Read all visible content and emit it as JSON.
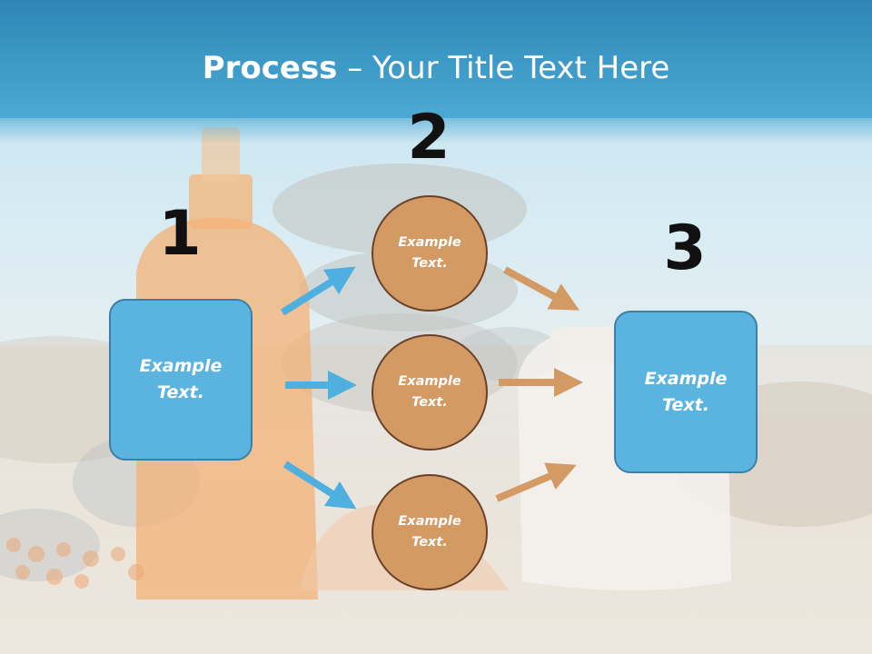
{
  "title": {
    "bold": "Process",
    "rest": " – Your Title Text Here"
  },
  "steps": [
    {
      "number": "1",
      "text": "Example Text."
    },
    {
      "number": "2",
      "items": [
        "Example Text.",
        "Example Text.",
        "Example Text."
      ]
    },
    {
      "number": "3",
      "text": "Example Text."
    }
  ],
  "colors": {
    "header": "#3f9cc8",
    "box_fill": "#5ab4df",
    "circle_fill": "#d39a64",
    "left_arrow": "#4fb0e0",
    "right_arrow": "#d39a64"
  }
}
